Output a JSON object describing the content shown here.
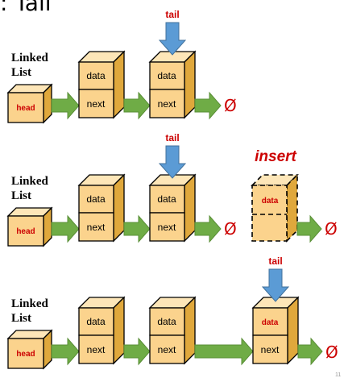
{
  "title_fragment": ": Tail",
  "linked_list_label": "Linked\nList",
  "tail_label": "tail",
  "head_label": "head",
  "data_label": "data",
  "next_label": "next",
  "null_symbol": "Ø",
  "insert_label": "insert",
  "page_mark": "11",
  "colors": {
    "node_front": "#fbd38d",
    "node_top": "#fde6b8",
    "node_side": "#e0a83c",
    "pointer_arrow": "#6fac46",
    "tail_arrow": "#5b9bd5",
    "accent_red": "#cc0000"
  },
  "rows": [
    {
      "name": "before-insert",
      "nodes": [
        "head",
        "node-1",
        "node-2"
      ],
      "tail_points_to": "node-2",
      "ends_with": "null"
    },
    {
      "name": "insert-step",
      "nodes": [
        "head",
        "node-1",
        "node-2"
      ],
      "tail_points_to": "node-2",
      "ends_with": "null",
      "inserted_node": {
        "label": "data",
        "terminates": "null",
        "dashed": true
      }
    },
    {
      "name": "after-insert",
      "nodes": [
        "head",
        "node-1",
        "node-2",
        "node-3"
      ],
      "tail_points_to": "node-3",
      "ends_with": "null"
    }
  ]
}
